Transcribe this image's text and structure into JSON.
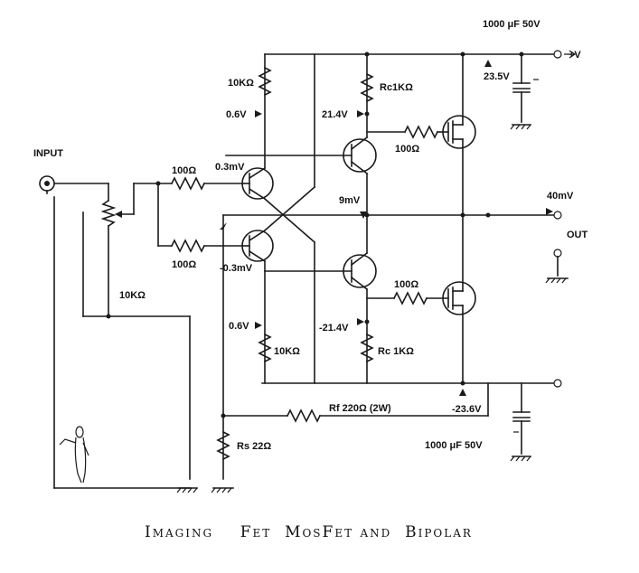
{
  "labels": {
    "input": "INPUT",
    "out": "OUT",
    "plus_v": "+V",
    "cap_top": "1000 μF 50V",
    "cap_bottom": "1000 μF 50V",
    "v_top_rail": "23.5V",
    "v_bottom_rail": "-23.6V",
    "v_out": "40mV",
    "pot": "10KΩ",
    "r_in_top": "100Ω",
    "r_in_bottom": "100Ω",
    "r_e_top": "10KΩ",
    "r_e_bottom": "10KΩ",
    "v_e_top": "0.6V",
    "v_e_bottom": "0.6V",
    "v_base_top": "0.3mV",
    "v_base_bottom": "-0.3mV",
    "rc_top": "Rc1KΩ",
    "rc_bottom": "Rc 1KΩ",
    "v_c_top": "21.4V",
    "v_c_bottom": "-21.4V",
    "v_mid": "9mV",
    "r_g_top": "100Ω",
    "r_g_bottom": "100Ω",
    "rf": "Rf 220Ω (2W)",
    "rs": "Rs 22Ω",
    "caption": "Imaging    Fet  MosFet and  Bipolar"
  },
  "colors": {
    "ink": "#1a1a1a",
    "background": "#ffffff"
  }
}
